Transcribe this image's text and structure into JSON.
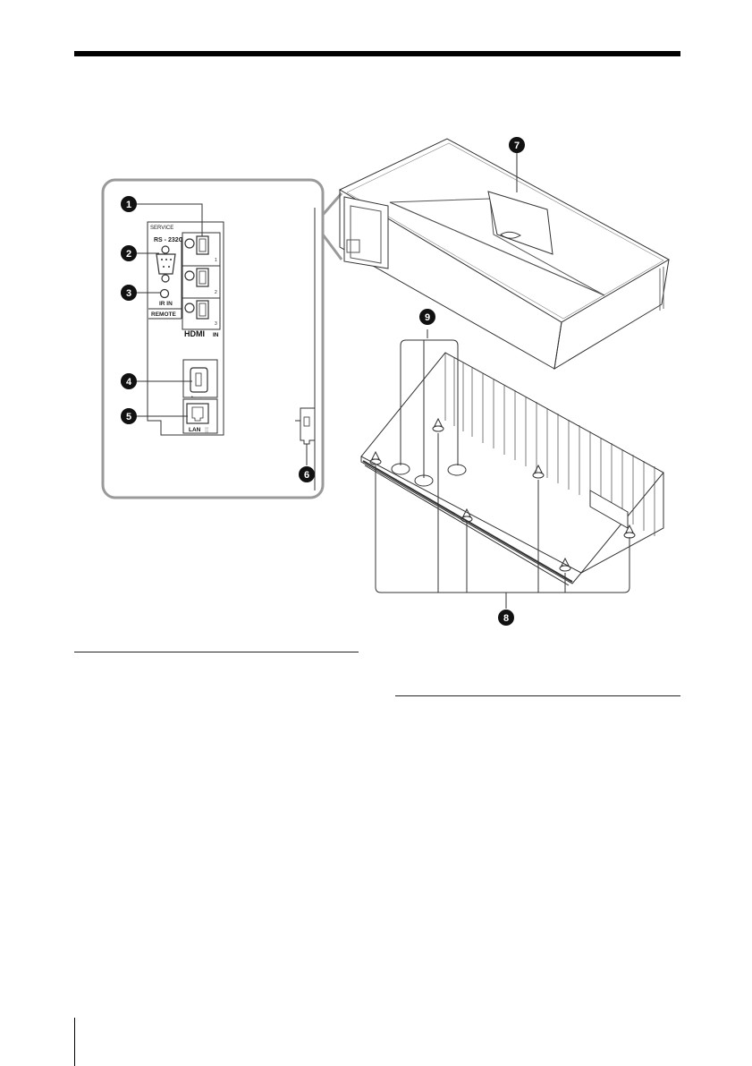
{
  "callouts": {
    "c1": "1",
    "c2": "2",
    "c3": "3",
    "c4": "4",
    "c5": "5",
    "c6": "6",
    "c7": "7",
    "c8": "8",
    "c9": "9"
  },
  "panel": {
    "model_label": "SERVICE",
    "rs232c_label": "RS - 232C",
    "ir_in_label": "IR IN",
    "remote_label": "REMOTE",
    "hdmi_port_1": "1",
    "hdmi_port_2": "2",
    "hdmi_port_3": "3",
    "hdmi_brand": "HDMI",
    "hdmi_in_suffix": "IN",
    "usb_label": "•←→",
    "lan_label": "LAN",
    "lan_icon_label": "░"
  },
  "colors": {
    "panel_border": "#9a9a9a",
    "line": "#333333",
    "callout_fill": "#111111"
  }
}
